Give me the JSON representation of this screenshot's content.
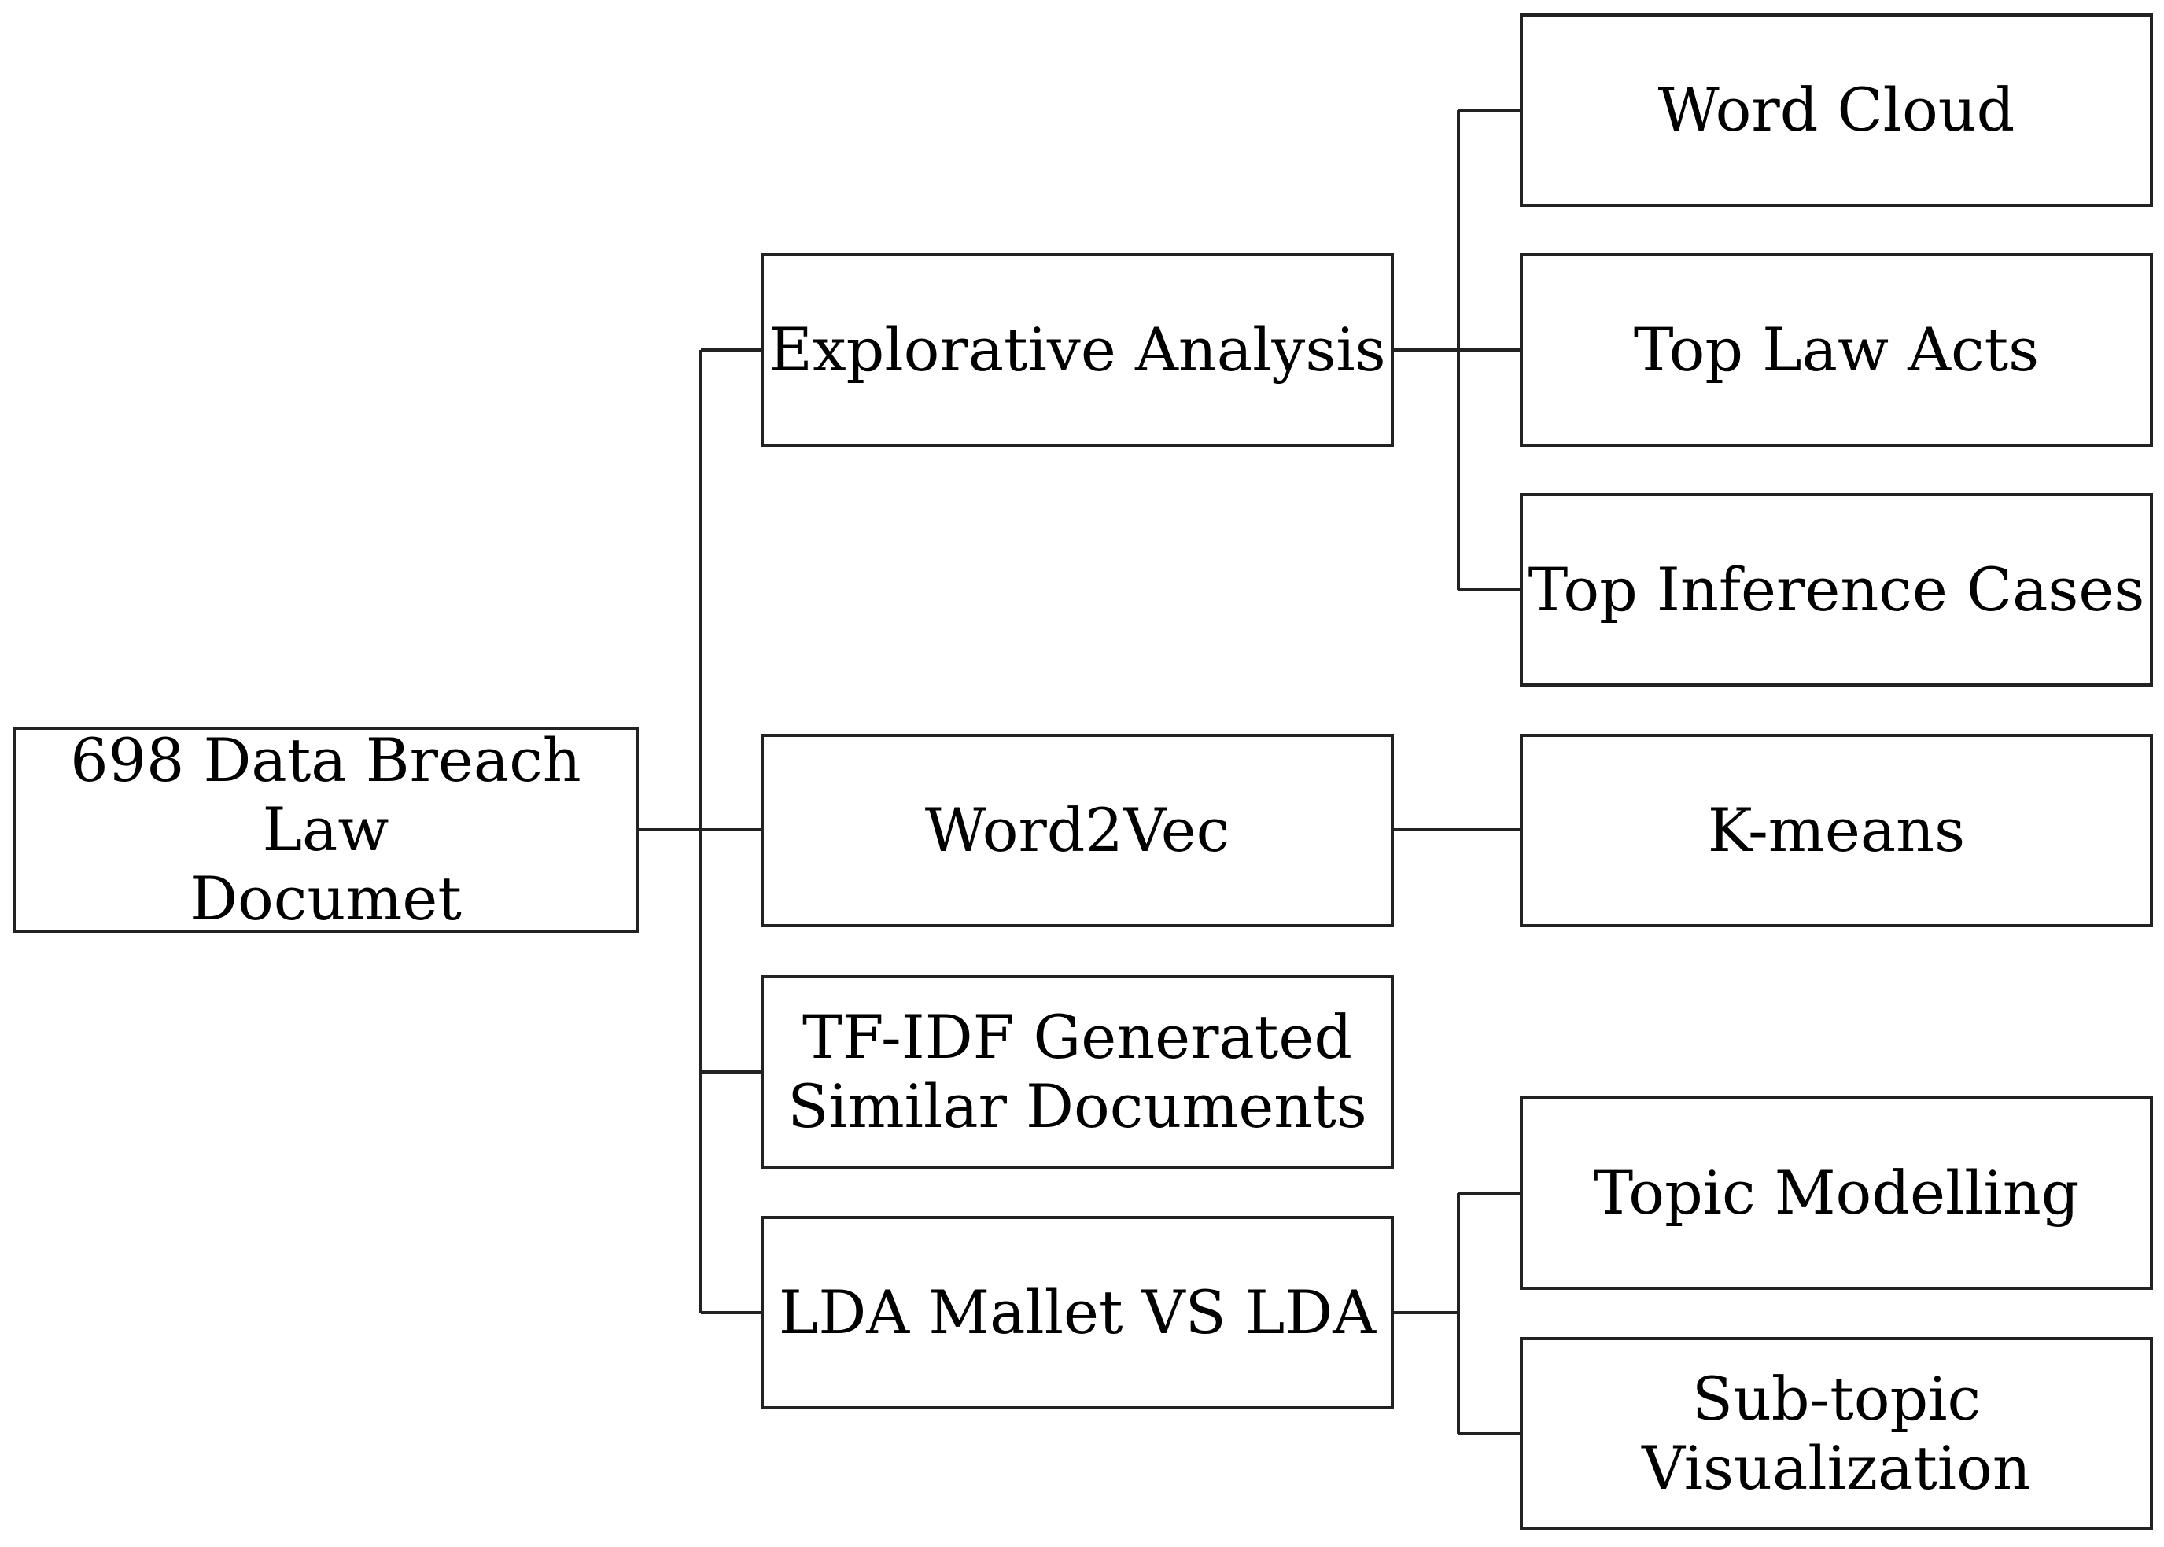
{
  "diagram": {
    "root": {
      "label": "698 Data Breach Law\nDocumet"
    },
    "branches": {
      "explorative": {
        "label": "Explorative Analysis",
        "children": {
          "word_cloud": "Word Cloud",
          "top_law_acts": "Top Law Acts",
          "top_inference_cases": "Top Inference Cases"
        }
      },
      "word2vec": {
        "label": "Word2Vec",
        "children": {
          "kmeans": "K-means"
        }
      },
      "tfidf": {
        "label": "TF-IDF Generated\nSimilar Documents"
      },
      "lda": {
        "label": "LDA Mallet VS LDA",
        "children": {
          "topic_modelling": "Topic Modelling",
          "subtopic_visualization": "Sub-topic\nVisualization"
        }
      }
    },
    "colors": {
      "line": "#222222",
      "box_border": "#222222",
      "background": "#ffffff",
      "text": "#000000"
    }
  }
}
